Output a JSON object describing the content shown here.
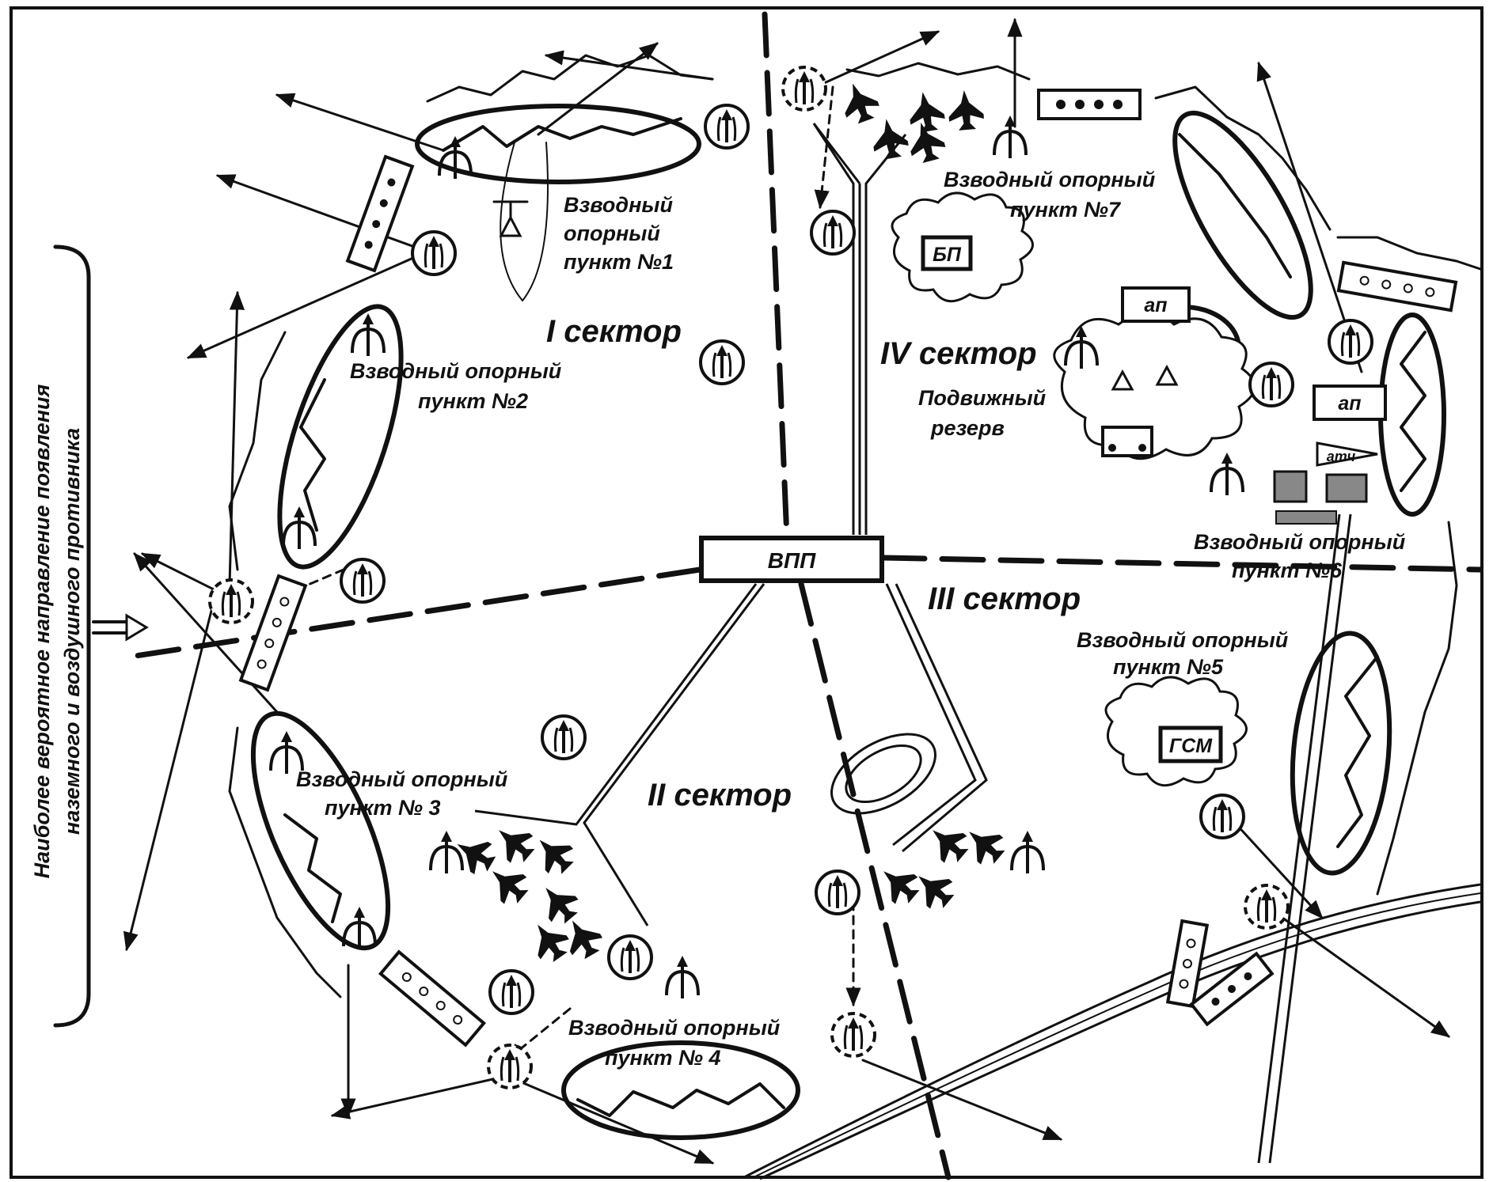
{
  "diagram": {
    "side_caption": {
      "line1": "Наиболее вероятное направление появления",
      "line2": "наземного и воздушного противника"
    },
    "sectors": {
      "s1": "I сектор",
      "s2": "II сектор",
      "s3": "III сектор",
      "s4": "IV сектор"
    },
    "runway": "ВПП",
    "strongpoints": {
      "p1": {
        "l1": "Взводный",
        "l2": "опорный",
        "l3": "пункт №1"
      },
      "p2": {
        "l1": "Взводный опорный",
        "l2": "пункт №2"
      },
      "p3": {
        "l1": "Взводный опорный",
        "l2": "пункт № 3"
      },
      "p4": {
        "l1": "Взводный опорный",
        "l2": "пункт № 4"
      },
      "p5": {
        "l1": "Взводный опорный",
        "l2": "пункт №5"
      },
      "p6": {
        "l1": "Взводный опорный",
        "l2": "пункт №6"
      },
      "p7": {
        "l1": "Взводный опорный",
        "l2": "пункт №7"
      }
    },
    "mobile_reserve": {
      "l1": "Подвижный",
      "l2": "резерв"
    },
    "boxes": {
      "bp": "БП",
      "gsm": "ГСМ",
      "ap1": "ап",
      "ap2": "ап",
      "atch": "атч"
    },
    "icons": {
      "weapon": "rocket-weapon-icon",
      "aircraft": "aircraft-icon",
      "observation": "observation-post-icon"
    }
  }
}
